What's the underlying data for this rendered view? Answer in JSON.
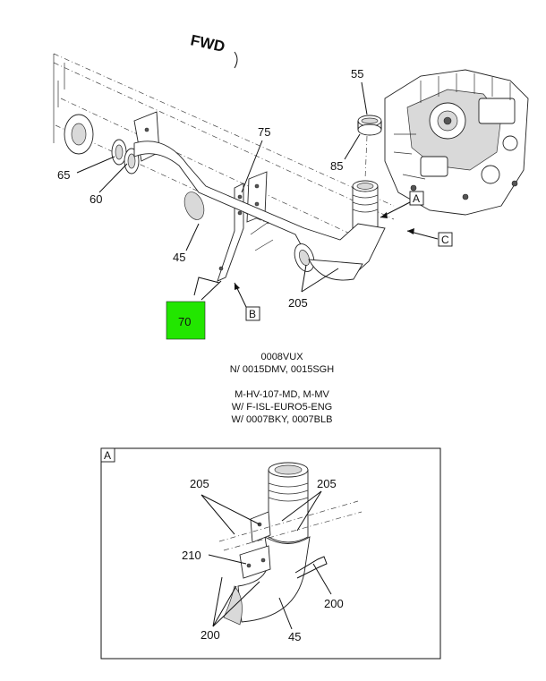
{
  "fwd_label": "FWD",
  "callouts": {
    "c55": "55",
    "c85": "85",
    "c75": "75",
    "c65": "65",
    "c60": "60",
    "c45": "45",
    "c70": "70",
    "c205": "205",
    "box_a": "A",
    "box_b": "B",
    "box_c": "C"
  },
  "highlight_color": "#22e600",
  "notes": {
    "line1": "0008VUX",
    "line2": "N/ 0015DMV, 0015SGH",
    "line3": "M-HV-107-MD, M-MV",
    "line4": "W/ F-ISL-EURO5-ENG",
    "line5": "W/ 0007BKY, 0007BLB"
  },
  "detail_a": {
    "title": "A",
    "c205_left": "205",
    "c205_right": "205",
    "c210": "210",
    "c200_right": "200",
    "c200_bottom": "200",
    "c45": "45"
  }
}
